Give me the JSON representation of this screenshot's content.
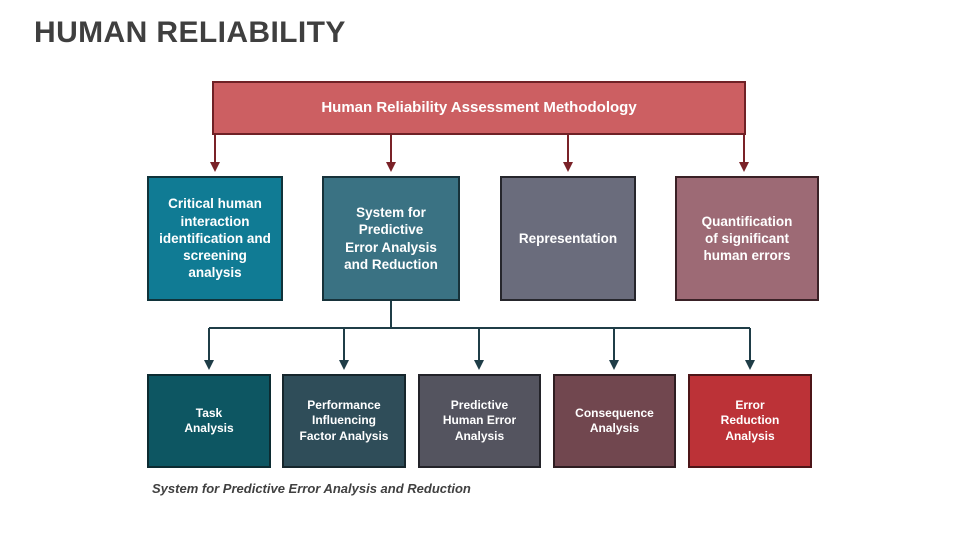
{
  "slide": {
    "title": "HUMAN RELIABILITY",
    "caption": "System for Predictive Error Analysis and Reduction",
    "background_color": "#ffffff",
    "title_color": "#3f3f3f",
    "caption_color": "#404040"
  },
  "diagram": {
    "type": "hierarchy-flowchart",
    "root": {
      "label": "Human Reliability Assessment Methodology",
      "fill": "#cc5f62",
      "stroke": "#6f2126",
      "text_color": "#ffffff"
    },
    "connector_colors": {
      "level1_to_level2": "#7a2228",
      "level2_to_level3": "#1f3d47"
    },
    "level2": [
      {
        "label": "Critical human\ninteraction\nidentification and\nscreening analysis",
        "fill": "#107b94",
        "stroke": "#10333a",
        "text_color": "#ffffff"
      },
      {
        "label": "System for\nPredictive\nError Analysis\nand Reduction",
        "fill": "#3a7283",
        "stroke": "#17323a",
        "text_color": "#ffffff"
      },
      {
        "label": "Representation",
        "fill": "#6a6c7c",
        "stroke": "#26262c",
        "text_color": "#ffffff"
      },
      {
        "label": "Quantification\nof significant\nhuman errors",
        "fill": "#9d6a75",
        "stroke": "#3a2126",
        "text_color": "#ffffff"
      }
    ],
    "level3_parent": "System for Predictive Error Analysis and Reduction",
    "level3": [
      {
        "label": "Task\nAnalysis",
        "fill": "#0d5662",
        "stroke": "#0c2b31",
        "text_color": "#ffffff"
      },
      {
        "label": "Performance\nInfluencing\nFactor Analysis",
        "fill": "#2f4d59",
        "stroke": "#16262c",
        "text_color": "#ffffff"
      },
      {
        "label": "Predictive\nHuman Error\nAnalysis",
        "fill": "#54545f",
        "stroke": "#232329",
        "text_color": "#ffffff"
      },
      {
        "label": "Consequence\nAnalysis",
        "fill": "#71474f",
        "stroke": "#2e1d21",
        "text_color": "#ffffff"
      },
      {
        "label": "Error\nReduction\nAnalysis",
        "fill": "#bc3237",
        "stroke": "#4d1518",
        "text_color": "#ffffff"
      }
    ]
  }
}
